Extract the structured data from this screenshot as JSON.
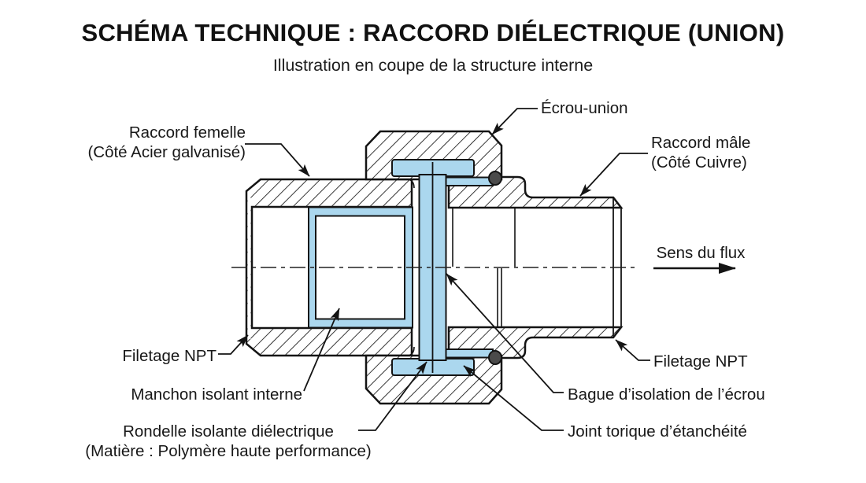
{
  "title": "SCHÉMA TECHNIQUE : RACCORD DIÉLECTRIQUE (UNION)",
  "subtitle": "Illustration en coupe de la structure interne",
  "labels": {
    "ecrou_union": "Écrou-union",
    "raccord_femelle_line1": "Raccord femelle",
    "raccord_femelle_line2": "(Côté Acier galvanisé)",
    "raccord_male_line1": "Raccord mâle",
    "raccord_male_line2": "(Côté Cuivre)",
    "sens_du_flux": "Sens du flux",
    "filetage_npt_left": "Filetage NPT",
    "filetage_npt_right": "Filetage NPT",
    "manchon": "Manchon isolant interne",
    "rondelle_line1": "Rondelle isolante diélectrique",
    "rondelle_line2": "(Matière : Polymère haute performance)",
    "bague": "Bague d’isolation de l’écrou",
    "joint": "Joint torique d’étanchéité"
  },
  "colors": {
    "insulator_blue": "#abd7ee",
    "oring_dark": "#4b4b4b",
    "line_black": "#141414"
  }
}
